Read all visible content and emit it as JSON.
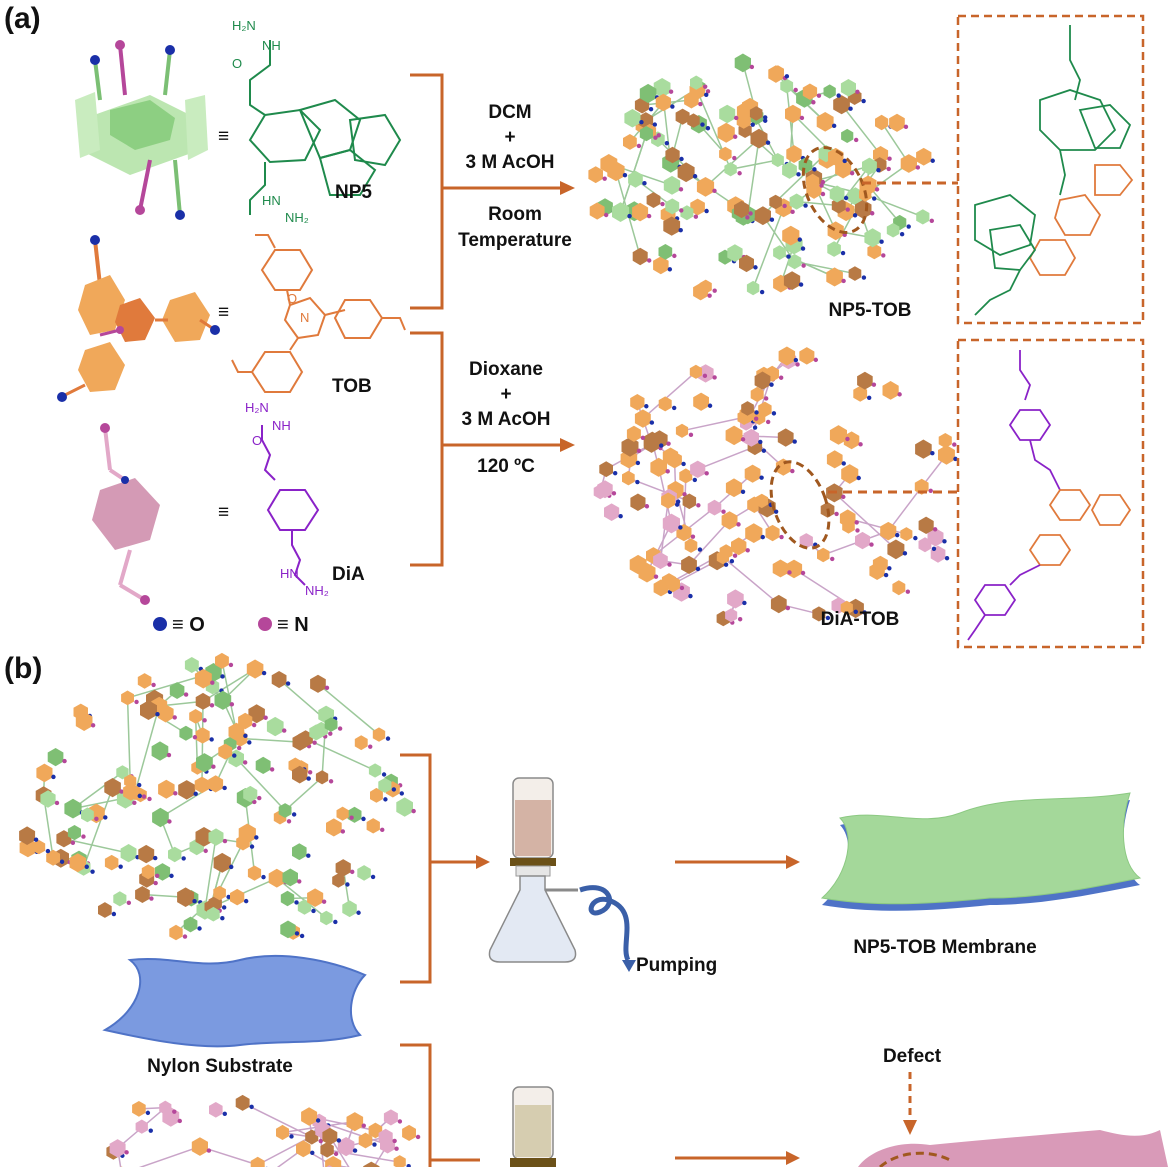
{
  "panels": {
    "a": "(a)",
    "b": "(b)"
  },
  "monomers": {
    "np5": {
      "name": "NP5",
      "equiv": "≡",
      "nh2_top": "H₂N",
      "nh_top": "NH",
      "o": "O",
      "nh_bot": "HN",
      "nh2_bot": "NH₂"
    },
    "tob": {
      "name": "TOB",
      "equiv": "≡",
      "o": "O",
      "n": "N"
    },
    "dia": {
      "name": "DiA",
      "equiv": "≡",
      "h2n": "H₂N",
      "nh": "NH",
      "o": "O",
      "hn": "HN",
      "nh2": "NH₂"
    }
  },
  "legend": {
    "o_label": "≡ O",
    "n_label": "≡ N",
    "o_color": "#1a2fa8",
    "n_color": "#b5479a"
  },
  "reaction1": {
    "line1": "DCM",
    "line2": "+",
    "line3": "3 M AcOH",
    "line4": "Room",
    "line5": "Temperature"
  },
  "reaction2": {
    "line1": "Dioxane",
    "line2": "+",
    "line3": "3 M AcOH",
    "line4": "120 ºC"
  },
  "products": {
    "p1": "NP5-TOB",
    "p2": "DiA-TOB"
  },
  "panel_b": {
    "substrate": "Nylon Substrate",
    "pumping": "Pumping",
    "membrane": "NP5-TOB Membrane",
    "defect": "Defect"
  },
  "colors": {
    "arrow": "#c8652a",
    "green": "#1f8a4c",
    "light_green": "#a9dc9e",
    "orange": "#f0a85a",
    "brown": "#b87a45",
    "purple": "#8a22c8",
    "pink": "#e2a8c8",
    "blue": "#4f73c7"
  }
}
